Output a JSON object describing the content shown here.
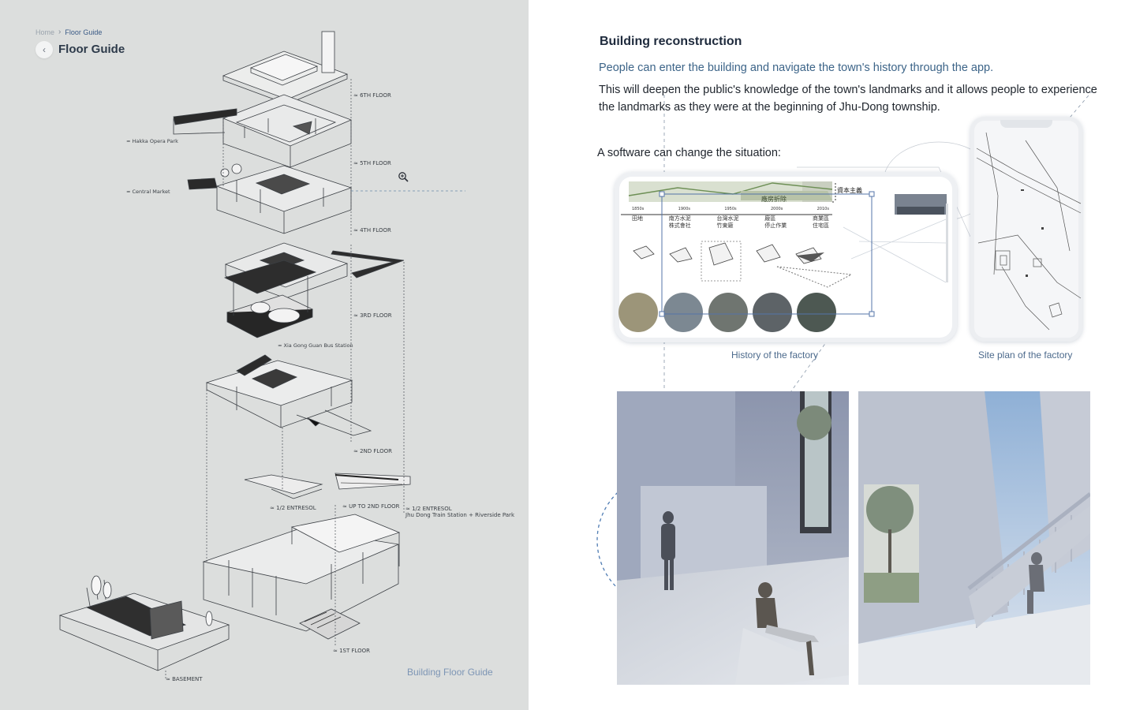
{
  "breadcrumb": {
    "home": "Home",
    "current": "Floor Guide"
  },
  "header": {
    "title": "Floor Guide"
  },
  "floors": {
    "f6": "≈ 6TH  FLOOR",
    "f5": "≈ 5TH  FLOOR",
    "f4": "≈ 4TH  FLOOR",
    "f3": "≈ 3RD  FLOOR",
    "f2": "≈ 2ND  FLOOR",
    "f1": "≈ 1ST  FLOOR",
    "entresol_a": "≈ 1/2 ENTRESOL",
    "up_to_2nd": "≈ UP TO 2ND FLOOR",
    "entresol_b": "≈ 1/2  ENTRESOL",
    "entresol_b_sub": "Jhu Dong Train Station + Riverside Park",
    "basement": "≈ BASEMENT"
  },
  "places": {
    "hakka": "≈ Hakka Opera Park",
    "market": "≈ Central Market",
    "bus": "≈ Xia Gong Guan Bus Station"
  },
  "left_caption": "Building Floor Guide",
  "right": {
    "title": "Building reconstruction",
    "lead": "People can enter the building and navigate the town's history through the app.",
    "body": "This will deepen the public's knowledge of the town's landmarks and it allows people to experience the landmarks as they were at the beginning of Jhu-Dong township.",
    "subhead": "A software can change the situation:",
    "caption_history": "History of the factory",
    "caption_site": "Site plan of the factory"
  },
  "timeline": {
    "banner_mid": "廠房折除",
    "banner_right": "資本主義",
    "years": [
      "1850s",
      "1900s",
      "1950s",
      "2000s",
      "2010s"
    ],
    "labels_1": [
      "田地",
      "南方水泥",
      "台灣水泥",
      "廠區",
      "商業區"
    ],
    "labels_2": [
      "",
      "株式會社",
      "竹東廠",
      "停止作業",
      "住宅區"
    ]
  },
  "colors": {
    "left_bg": "#dcdedd",
    "accent_blue": "#3c6488",
    "caption_blue": "#7d95b5",
    "render_wall": "#a7b0c6"
  },
  "icons": [
    "chevron-left-icon",
    "chevron-right-icon",
    "zoom-in-icon"
  ]
}
